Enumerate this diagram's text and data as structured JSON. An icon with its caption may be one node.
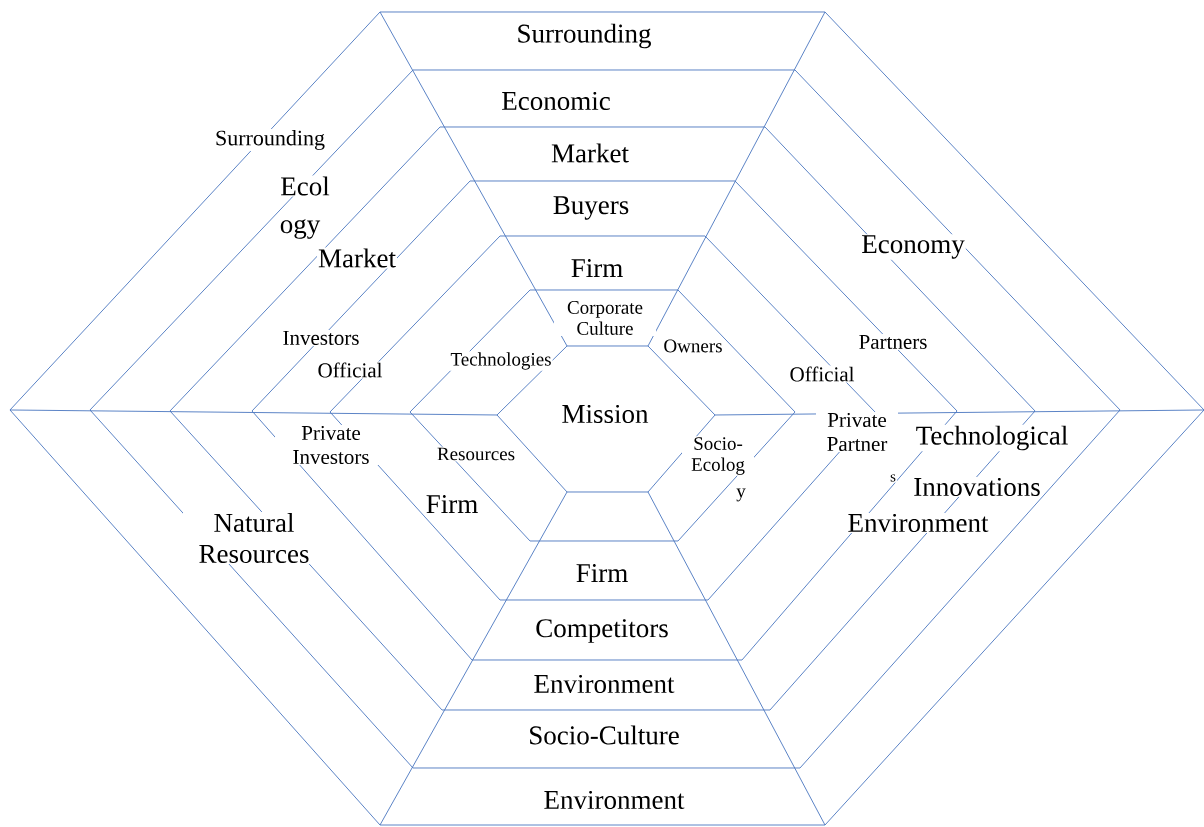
{
  "diagram": {
    "labels": [
      "Surrounding",
      "Economic",
      "Surrounding",
      "Market",
      "Ecol",
      "Buyers",
      "ogy",
      "Economy",
      "Market",
      "Firm",
      "Corporate Culture",
      "Investors",
      "Owners",
      "Partners",
      "Official",
      "Technologies",
      "Official",
      "Mission",
      "Private Investors",
      "Resources",
      "Socio-Ecolog",
      "Private Partner",
      "Technological",
      "Firm",
      "y",
      "s",
      "Innovations",
      "Natural Resources",
      "Environment",
      "Firm",
      "Competitors",
      "Environment",
      "Socio-Culture",
      "Environment"
    ]
  }
}
